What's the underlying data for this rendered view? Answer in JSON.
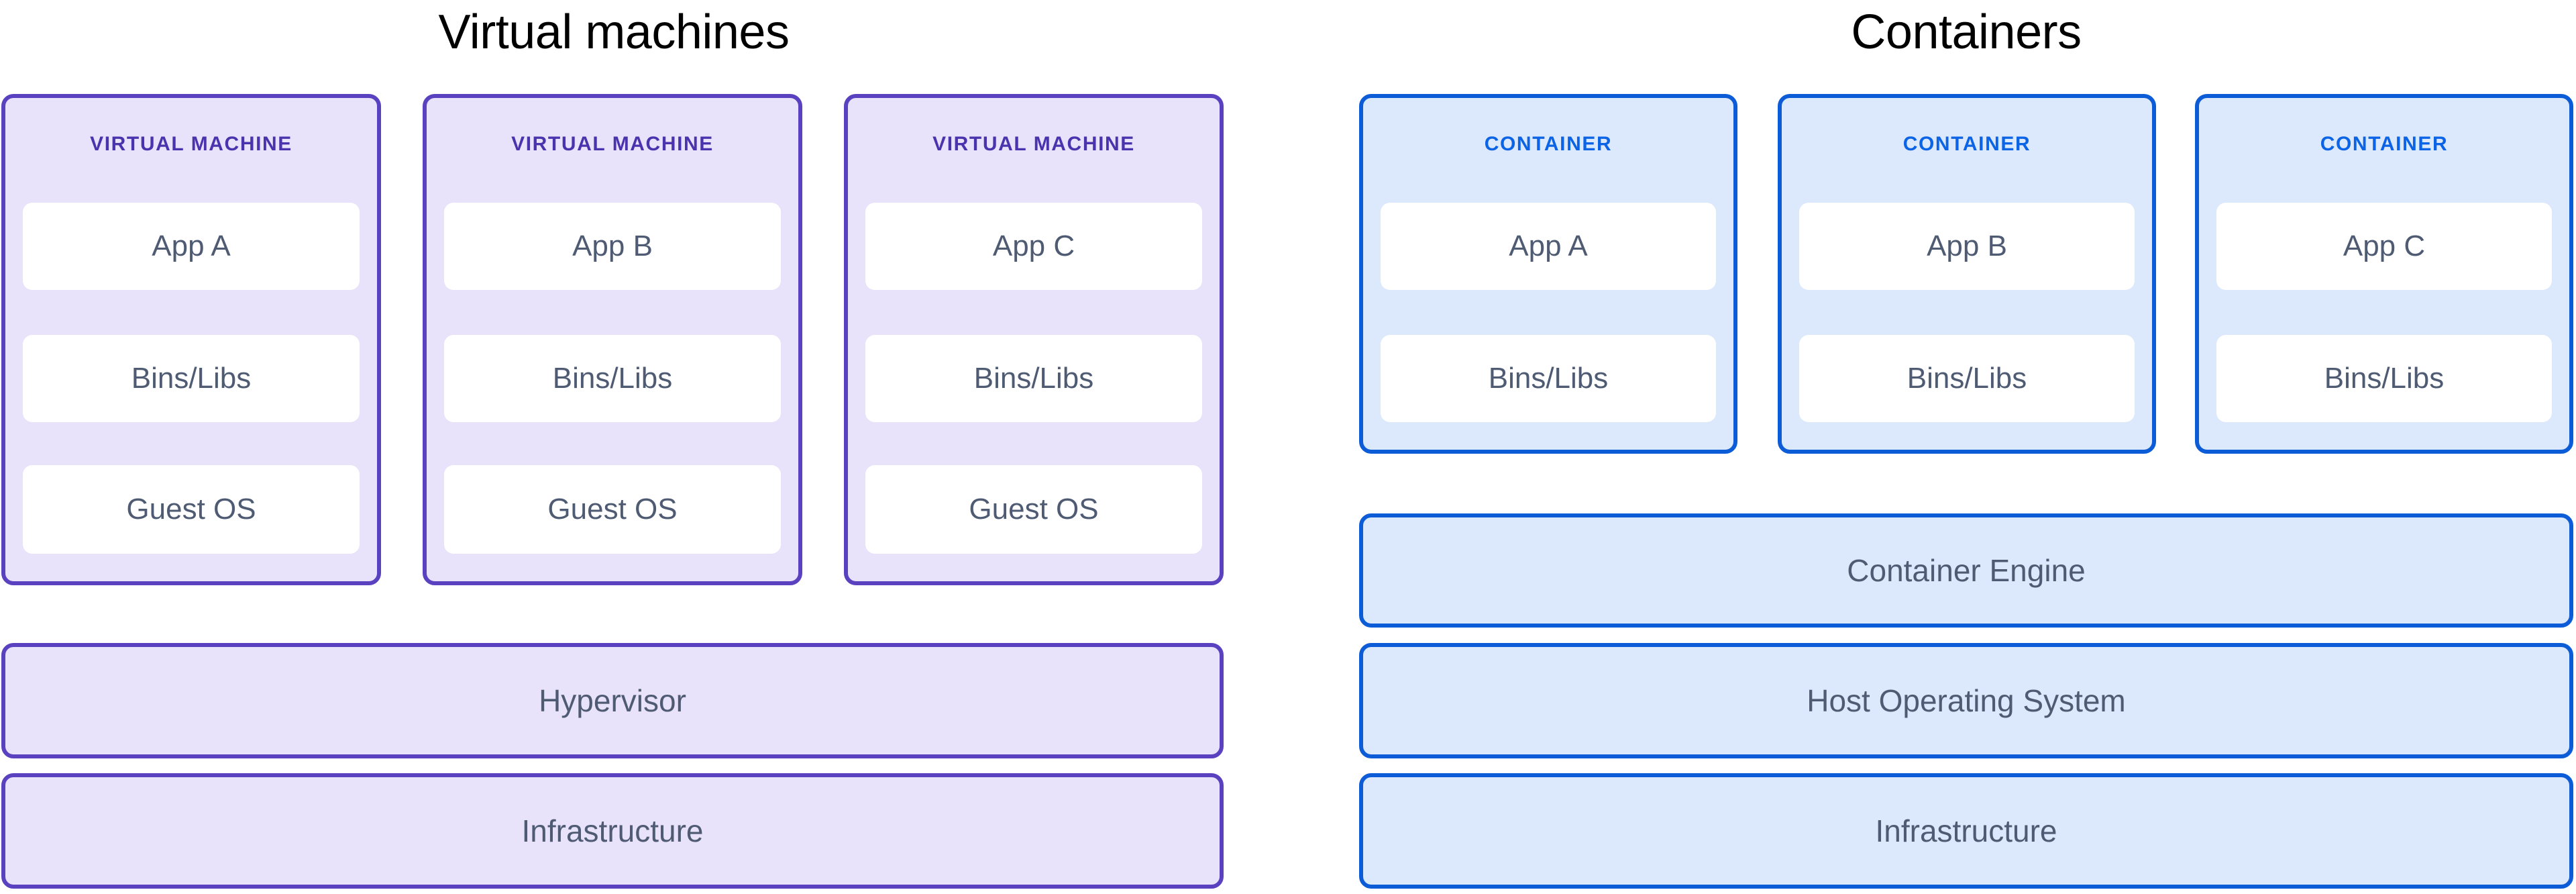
{
  "colors": {
    "vm_fill": "#e8e2fa",
    "vm_border": "#5a41c0",
    "vm_label": "#4b33ad",
    "container_fill": "#dce8fb",
    "container_border": "#0d5cd7",
    "container_label": "#0b63e5",
    "slab_fill": "#ffffff",
    "slab_text": "#4e5b72",
    "title_text": "#000000",
    "page_background": "#ffffff"
  },
  "columns": {
    "virtual_machines": {
      "title": "Virtual machines",
      "cards": [
        {
          "header": "VIRTUAL MACHINE",
          "layers": [
            "App A",
            "Bins/Libs",
            "Guest OS"
          ]
        },
        {
          "header": "VIRTUAL MACHINE",
          "layers": [
            "App B",
            "Bins/Libs",
            "Guest OS"
          ]
        },
        {
          "header": "VIRTUAL MACHINE",
          "layers": [
            "App C",
            "Bins/Libs",
            "Guest OS"
          ]
        }
      ],
      "foundation_bars": [
        "Hypervisor",
        "Infrastructure"
      ]
    },
    "containers": {
      "title": "Containers",
      "cards": [
        {
          "header": "CONTAINER",
          "layers": [
            "App A",
            "Bins/Libs"
          ]
        },
        {
          "header": "CONTAINER",
          "layers": [
            "App B",
            "Bins/Libs"
          ]
        },
        {
          "header": "CONTAINER",
          "layers": [
            "App C",
            "Bins/Libs"
          ]
        }
      ],
      "foundation_bars": [
        "Container Engine",
        "Host Operating System",
        "Infrastructure"
      ]
    }
  }
}
